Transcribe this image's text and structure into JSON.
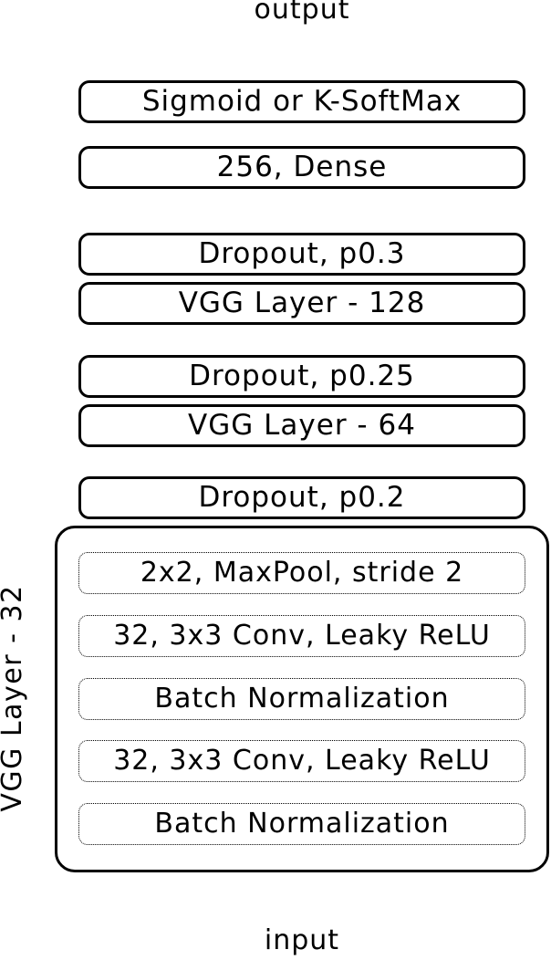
{
  "top_label": "output",
  "bottom_label": "input",
  "layers": [
    "Sigmoid or K-SoftMax",
    "256, Dense",
    "Dropout, p0.3",
    "VGG Layer - 128",
    "Dropout, p0.25",
    "VGG Layer - 64",
    "Dropout, p0.2"
  ],
  "vgg_block": {
    "title": "VGG Layer - 32",
    "sublayers": [
      "2x2, MaxPool, stride 2",
      "32, 3x3 Conv, Leaky ReLU",
      "Batch Normalization",
      "32, 3x3 Conv, Leaky ReLU",
      "Batch Normalization"
    ]
  }
}
